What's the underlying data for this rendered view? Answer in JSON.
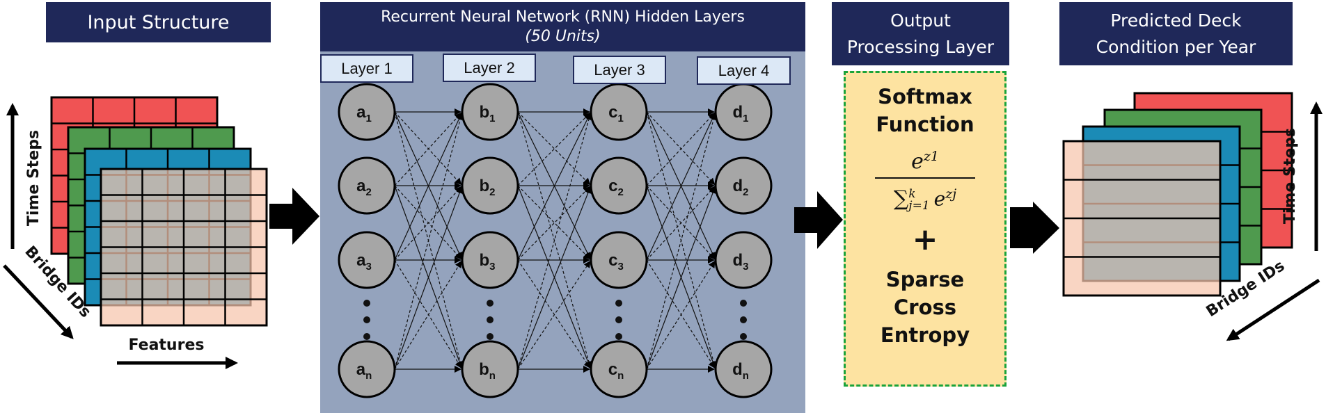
{
  "headers": {
    "input": "Input Structure",
    "rnn_line1": "Recurrent Neural Network (RNN) Hidden Layers",
    "rnn_line2": "(50 Units)",
    "output_line1": "Output",
    "output_line2": "Processing Layer",
    "predicted_line1": "Predicted Deck",
    "predicted_line2": "Condition per Year"
  },
  "input_structure": {
    "axis_time": "Time Steps",
    "axis_bridge": "Bridge IDs",
    "axis_features": "Features",
    "layer_colors": [
      "#f05354",
      "#4f9a4e",
      "#1b8bb6",
      "#f6c5ac"
    ]
  },
  "rnn": {
    "layers": [
      {
        "label": "Layer 1",
        "prefix": "a",
        "nodes": [
          "1",
          "2",
          "3",
          "n"
        ]
      },
      {
        "label": "Layer 2",
        "prefix": "b",
        "nodes": [
          "1",
          "2",
          "3",
          "n"
        ]
      },
      {
        "label": "Layer 3",
        "prefix": "c",
        "nodes": [
          "1",
          "2",
          "3",
          "n"
        ]
      },
      {
        "label": "Layer 4",
        "prefix": "d",
        "nodes": [
          "1",
          "2",
          "3",
          "n"
        ]
      }
    ],
    "panel_color": "#94a3bd",
    "node_color": "#a6a6a6"
  },
  "output_layer": {
    "title1": "Softmax",
    "title2": "Function",
    "numerator_base": "e",
    "numerator_exp": "z1",
    "denominator_sigma": "∑",
    "denominator_upper": "k",
    "denominator_lower": "j=1",
    "denominator_base": "e",
    "denominator_exp": "zj",
    "plus": "+",
    "loss1": "Sparse",
    "loss2": "Cross",
    "loss3": "Entropy"
  },
  "predicted": {
    "axis_time": "Time Steps",
    "axis_bridge": "Bridge IDs"
  },
  "colors": {
    "header_bg": "#1f2859",
    "output_fill": "#fde3a1",
    "output_border": "#1aa33a"
  }
}
